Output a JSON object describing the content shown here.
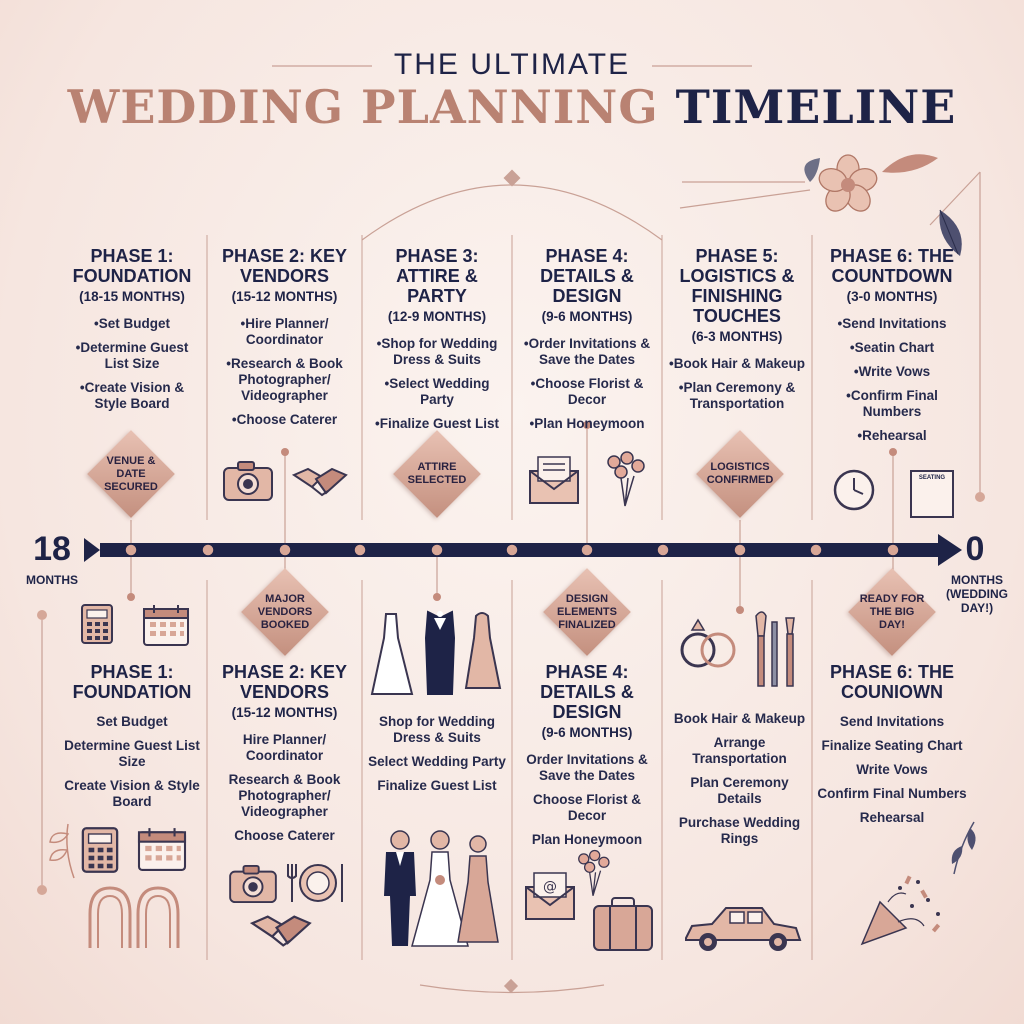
{
  "title": {
    "top": "THE ULTIMATE",
    "main_part1": "WEDDING PLANNING",
    "main_part2": "TIMELINE"
  },
  "axis": {
    "start_value": "18",
    "start_unit": "MONTHS",
    "end_value": "0",
    "end_unit": "MONTHS (WEDDING DAY!)"
  },
  "top_phases": [
    {
      "title": "PHASE 1: FOUNDATION",
      "months": "(18-15 MONTHS)",
      "items": [
        "Set Budget",
        "Determine Guest List Size",
        "Create Vision & Style Board"
      ]
    },
    {
      "title": "PHASE 2: KEY VENDORS",
      "months": "(15-12 MONTHS)",
      "items": [
        "Hire Planner/ Coordinator",
        "Research & Book Photographer/ Videographer",
        "Choose Caterer"
      ]
    },
    {
      "title": "PHASE 3: ATTIRE & PARTY",
      "months": "(12-9 MONTHS)",
      "items": [
        "Shop for Wedding Dress & Suits",
        "Select Wedding Party",
        "Finalize Guest List"
      ]
    },
    {
      "title": "PHASE 4: DETAILS & DESIGN",
      "months": "(9-6 MONTHS)",
      "items": [
        "Order Invitations & Save the Dates",
        "Choose Florist & Decor",
        "Plan Honeymoon"
      ]
    },
    {
      "title": "PHASE 5: LOGISTICS & FINISHING TOUCHES",
      "months": "(6-3 MONTHS)",
      "items": [
        "Book Hair & Makeup",
        "Plan Ceremony & Transportation"
      ]
    },
    {
      "title": "PHASE 6: THE COUNTDOWN",
      "months": "(3-0 MONTHS)",
      "items": [
        "Send Invitations",
        "Seatin Chart",
        "Write Vows",
        "Confirm Final Numbers",
        "Rehearsal"
      ]
    }
  ],
  "bottom_phases": [
    {
      "title": "PHASE 1: FOUNDATION",
      "months": "",
      "items": [
        "Set Budget",
        "Determine Guest List Size",
        "Create Vision & Style Board"
      ]
    },
    {
      "title": "PHASE 2: KEY VENDORS",
      "months": "(15-12 MONTHS)",
      "items": [
        "Hire Planner/ Coordinator",
        "Research & Book Photographer/ Videographer",
        "Choose Caterer"
      ]
    },
    {
      "title": "",
      "months": "",
      "items": [
        "Shop for Wedding Dress & Suits",
        "Select Wedding Party",
        "Finalize Guest List"
      ]
    },
    {
      "title": "PHASE 4: DETAILS & DESIGN",
      "months": "(9-6 MONTHS)",
      "items": [
        "Order Invitations & Save the Dates",
        "Choose Florist & Decor",
        "Plan Honeymoon"
      ]
    },
    {
      "title": "",
      "months": "",
      "items": [
        "Book Hair & Makeup",
        "Arrange Transportation",
        "Plan Ceremony Details",
        "Purchase Wedding Rings"
      ]
    },
    {
      "title": "PHASE 6: THE COUNIOWN",
      "months": "",
      "items": [
        "Send Invitations",
        "Finalize Seating Chart",
        "Write Vows",
        "Confirm Final Numbers",
        "Rehearsal"
      ]
    }
  ],
  "milestones_top": [
    "VENUE & DATE SECURED",
    "ATTIRE SELECTED",
    "LOGISTICS CONFIRMED"
  ],
  "milestones_bottom": [
    "MAJOR VENDORS BOOKED",
    "DESIGN ELEMENTS FINALIZED",
    "READY FOR THE BIG DAY!"
  ],
  "icon_labels": {
    "seating_card": "SEATING"
  },
  "colors": {
    "navy": "#1e2347",
    "rose_gold": "#b98272",
    "blush": "#f6e6e0"
  }
}
